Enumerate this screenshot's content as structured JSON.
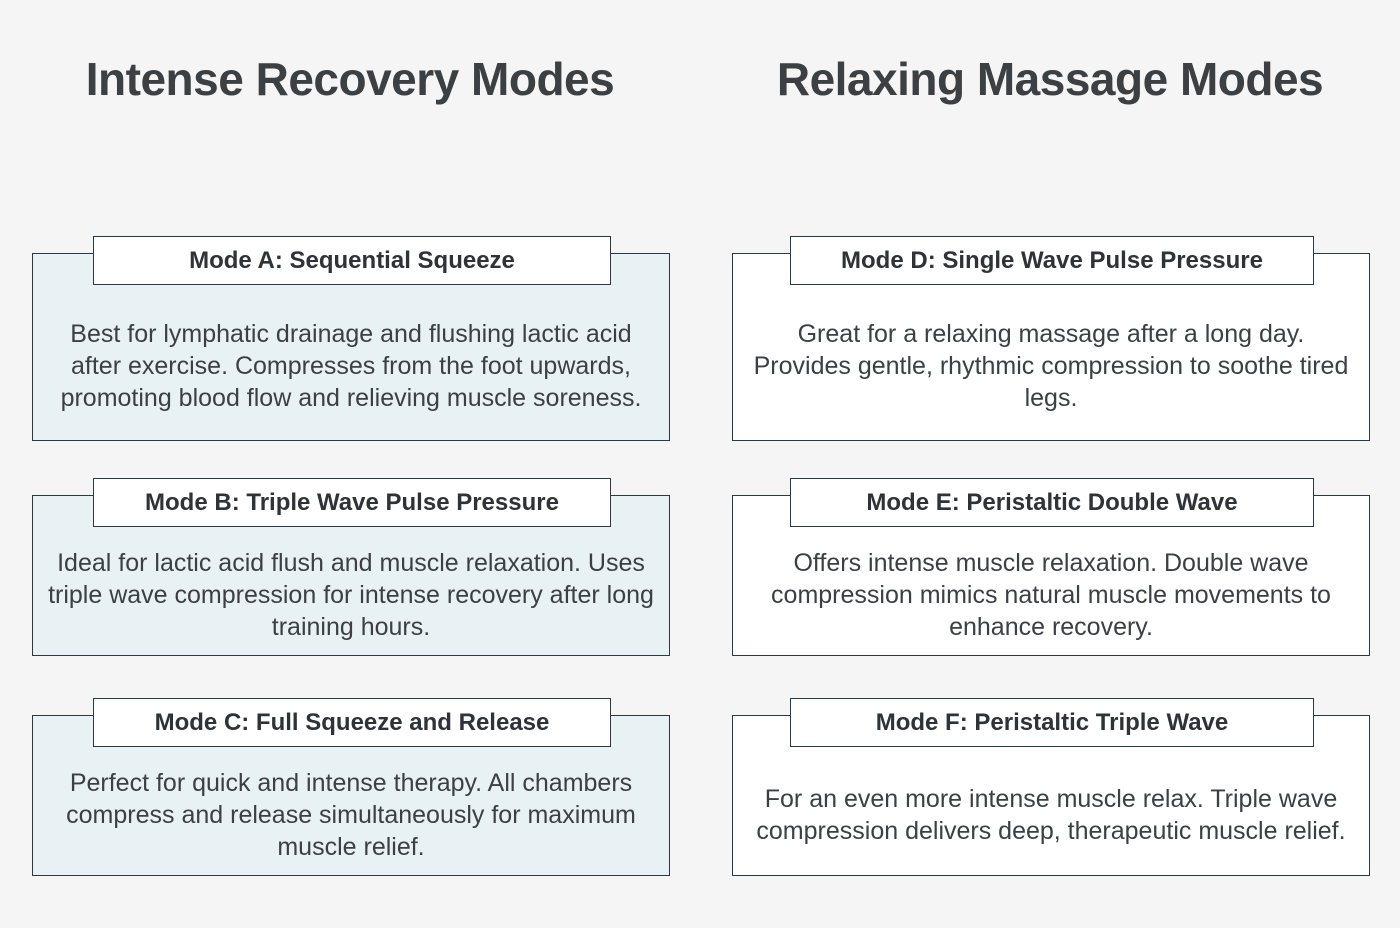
{
  "page": {
    "background_color": "#f5f5f5",
    "text_color": "#3c4043"
  },
  "columns": [
    {
      "id": "intense-recovery",
      "heading": "Intense Recovery Modes",
      "body_fill": "#e8f1f4",
      "cards": [
        {
          "title": "Mode A: Sequential Squeeze",
          "description": "Best for lymphatic drainage and flushing lactic acid after exercise. Compresses from the foot upwards, promoting blood flow and relieving muscle soreness."
        },
        {
          "title": "Mode B: Triple Wave Pulse Pressure",
          "description": "Ideal for lactic acid flush and muscle relaxation. Uses triple wave compression for intense recovery after long training hours."
        },
        {
          "title": "Mode C: Full Squeeze and Release",
          "description": "Perfect for quick and intense therapy. All chambers compress and release simultaneously for maximum muscle relief."
        }
      ]
    },
    {
      "id": "relaxing-massage",
      "heading": "Relaxing Massage Modes",
      "body_fill": "#ffffff",
      "cards": [
        {
          "title": "Mode D: Single Wave Pulse Pressure",
          "description": "Great for a relaxing massage after a long day. Provides gentle, rhythmic compression to soothe tired legs."
        },
        {
          "title": "Mode E: Peristaltic Double Wave",
          "description": "Offers intense muscle relaxation. Double wave compression mimics natural muscle movements to enhance recovery."
        },
        {
          "title": "Mode F: Peristaltic Triple Wave",
          "description": "For an even more intense muscle relax. Triple wave compression delivers deep, therapeutic muscle relief."
        }
      ]
    }
  ]
}
